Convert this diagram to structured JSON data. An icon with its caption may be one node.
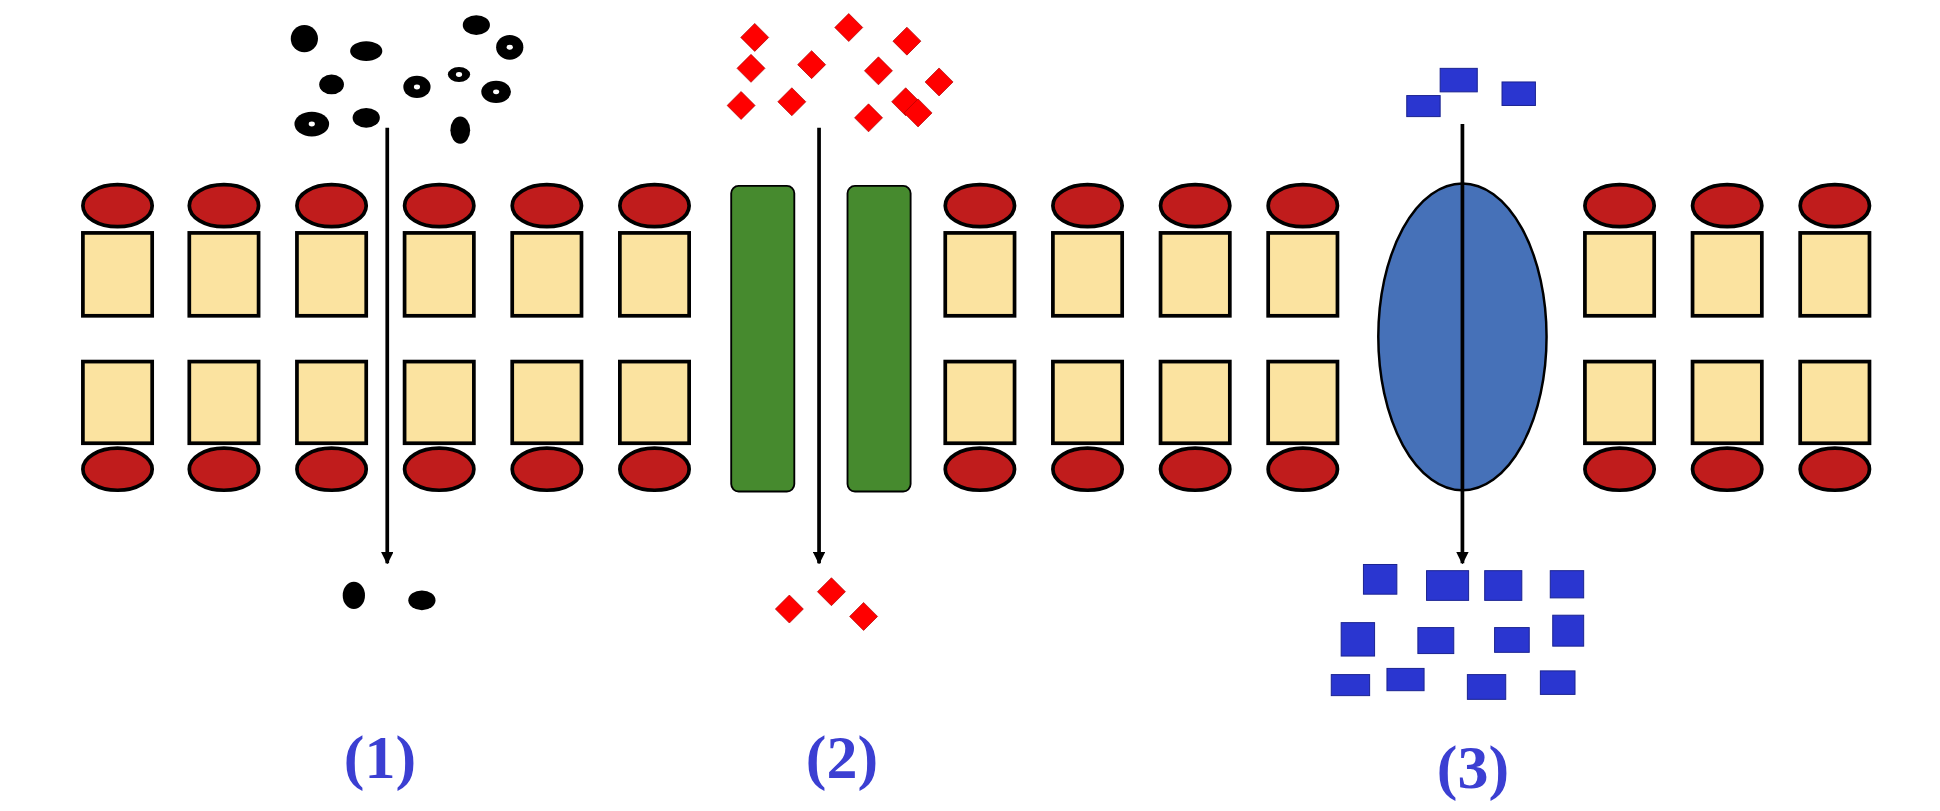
{
  "diagram": {
    "labels": [
      "(1)",
      "(2)",
      "(3)"
    ]
  }
}
